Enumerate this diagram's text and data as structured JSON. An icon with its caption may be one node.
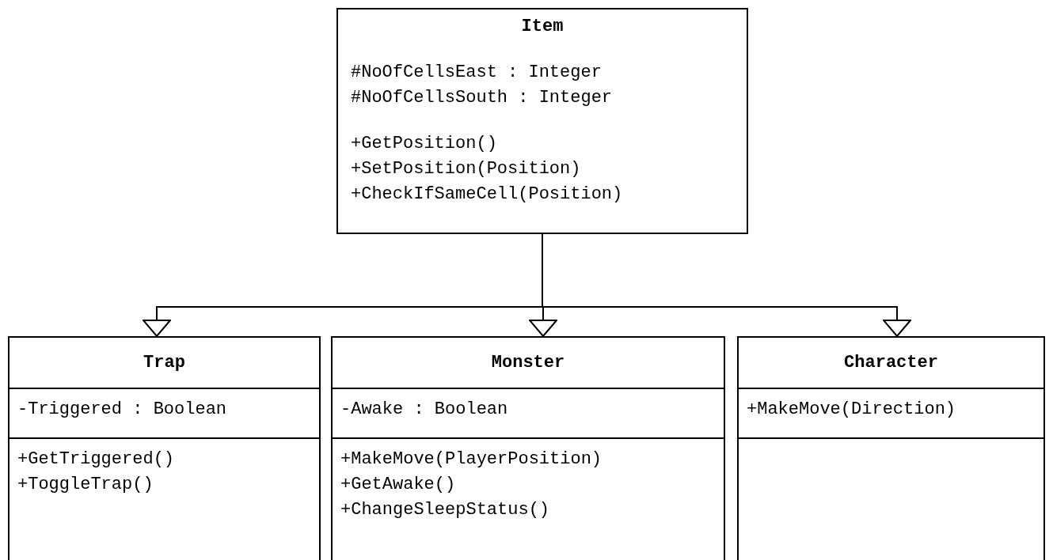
{
  "diagram": {
    "nodes": [
      {
        "text": [
          "Item",
          "#NoOfCellsEast : Integer",
          "#NoOfCellsSouth : Integer",
          "+GetPosition()",
          "+SetPosition(Position)",
          "+CheckIfSameCell(Position)"
        ]
      },
      {
        "text": [
          "Trap"
        ]
      },
      {
        "text": [
          "-Triggered : Boolean"
        ],
        "in": 1
      },
      {
        "text": [
          "+GetTriggered()",
          "+ToggleTrap()"
        ],
        "in": 1
      },
      {
        "text": [
          "Monster"
        ]
      },
      {
        "text": [
          "-Awake : Boolean"
        ],
        "in": 4
      },
      {
        "text": [
          "+MakeMove(PlayerPosition)",
          "+GetAwake()",
          "+ChangeSleepStatus()"
        ],
        "in": 4
      },
      {
        "text": [
          "Character"
        ]
      },
      {
        "text": [
          "+MakeMove(Direction)"
        ],
        "in": 7
      },
      {
        "text": [],
        "shape": "box",
        "in": 7
      }
    ],
    "edges": [
      {
        "from": 0,
        "to": 1,
        "arrow": "to"
      },
      {
        "from": 0,
        "to": 4,
        "arrow": "to"
      },
      {
        "from": 0,
        "to": 7,
        "arrow": "to"
      }
    ]
  }
}
